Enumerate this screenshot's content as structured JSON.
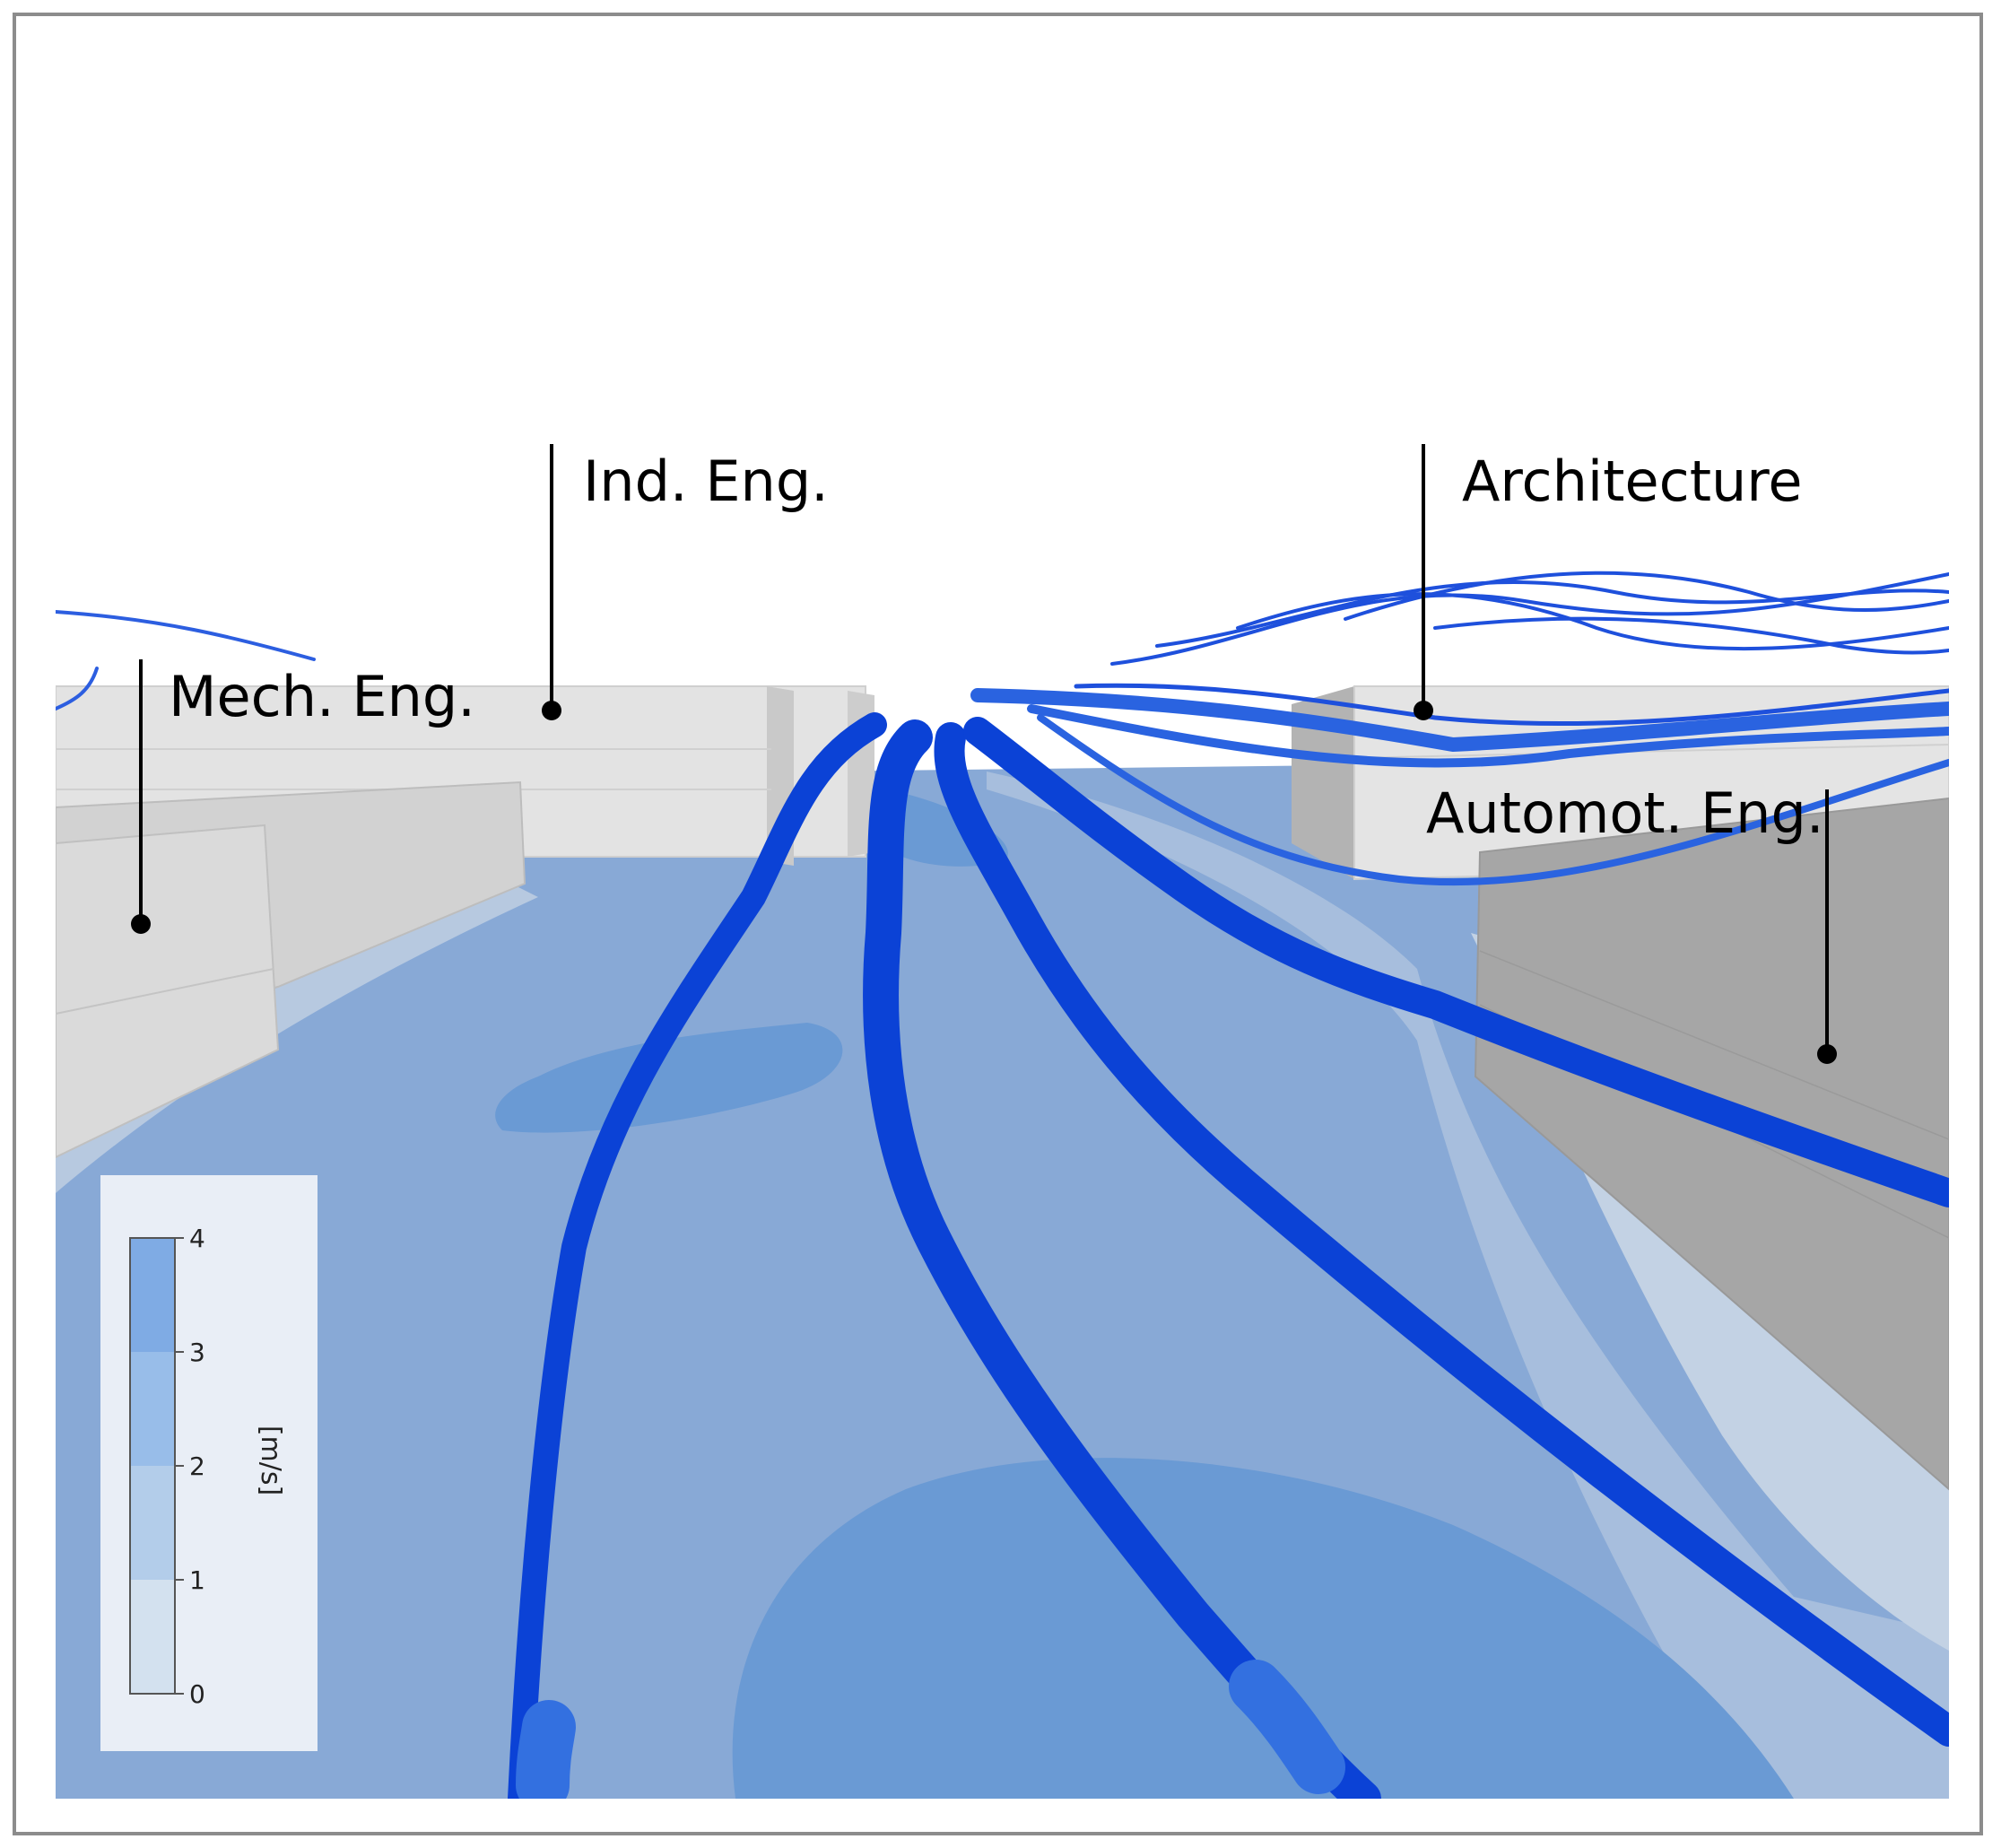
{
  "buildings": {
    "mech": "Mech. Eng.",
    "ind": "Ind. Eng.",
    "arch": "Architecture",
    "automot": "Automot. Eng."
  },
  "colorbar": {
    "unit": "[m/s]",
    "ticks": [
      "0",
      "1",
      "2",
      "3",
      "4"
    ],
    "levels": [
      0,
      1,
      2,
      3,
      4
    ],
    "colors": [
      "#d3e1ef",
      "#b3cdea",
      "#98bde9",
      "#7fabe4"
    ]
  },
  "colors": {
    "streamline": "#0b42d6",
    "streamline_light": "#3370e0",
    "ground": "#88a9d6",
    "ground_fast": "#6a9ad4",
    "building_light": "#e2e2e2",
    "building_dark": "#a6a6a6"
  }
}
